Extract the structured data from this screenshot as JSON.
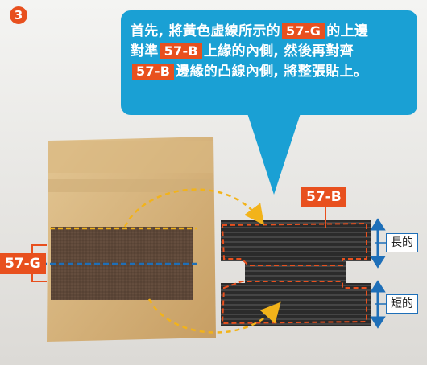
{
  "step": {
    "number": "3"
  },
  "bubble": {
    "line1_a": "首先, 將黃色虛線所示的",
    "line1_tag": "57-G",
    "line1_b": "的上邊",
    "line2_a": "對準",
    "line2_tag": "57-B",
    "line2_b": "上緣的內側, 然後再對齊",
    "line3_tag": "57-B",
    "line3_b": "邊緣的凸線內側, 將整張貼上。"
  },
  "labels": {
    "part_b": "57-B",
    "part_g": "57-G",
    "long_side": "長的",
    "short_side": "短的"
  },
  "colors": {
    "accent": "#e8501e",
    "bubble": "#1aa0d4",
    "guide_blue": "#1e6fb8",
    "guide_yellow": "#f2b31a"
  }
}
